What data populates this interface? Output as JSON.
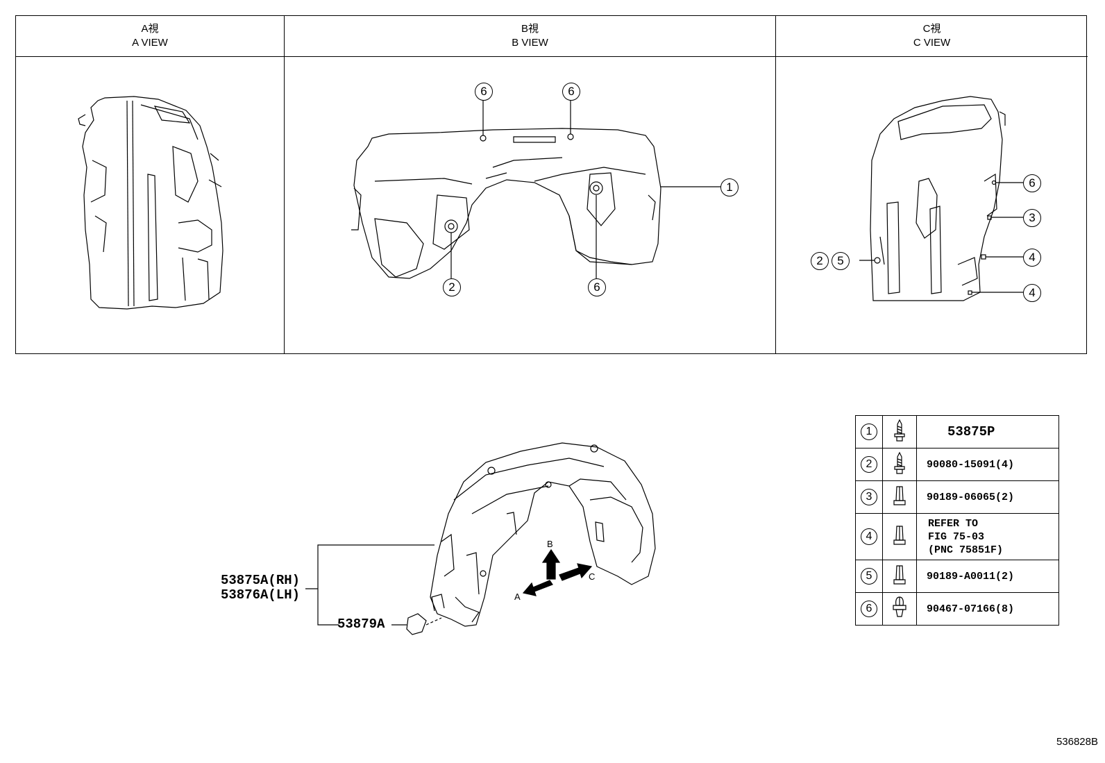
{
  "views": [
    {
      "title_jp": "A視",
      "title_en": "A VIEW"
    },
    {
      "title_jp": "B視",
      "title_en": "B VIEW"
    },
    {
      "title_jp": "C視",
      "title_en": "C VIEW"
    }
  ],
  "callouts": {
    "b_view": [
      "6",
      "6",
      "1",
      "2",
      "6"
    ],
    "c_view": [
      "6",
      "3",
      "2",
      "5",
      "4",
      "4"
    ]
  },
  "main": {
    "label_rh": "53875A(RH)",
    "label_lh": "53876A(LH)",
    "label_clip": "53879A",
    "arrow_b": "B",
    "arrow_a": "A",
    "arrow_c": "C"
  },
  "parts_table": [
    {
      "num": "1",
      "icon": "screw-icon",
      "part": "53875P"
    },
    {
      "num": "2",
      "icon": "screw-icon",
      "part": "90080-15091(4)"
    },
    {
      "num": "3",
      "icon": "clip-icon",
      "part": "90189-06065(2)"
    },
    {
      "num": "4",
      "icon": "clip-icon",
      "part_lines": [
        "REFER TO",
        "FIG 75-03",
        "(PNC 75851F)"
      ]
    },
    {
      "num": "5",
      "icon": "clip-icon",
      "part": "90189-A0011(2)"
    },
    {
      "num": "6",
      "icon": "push-clip-icon",
      "part": "90467-07166(8)"
    }
  ],
  "figure_id": "536828B"
}
